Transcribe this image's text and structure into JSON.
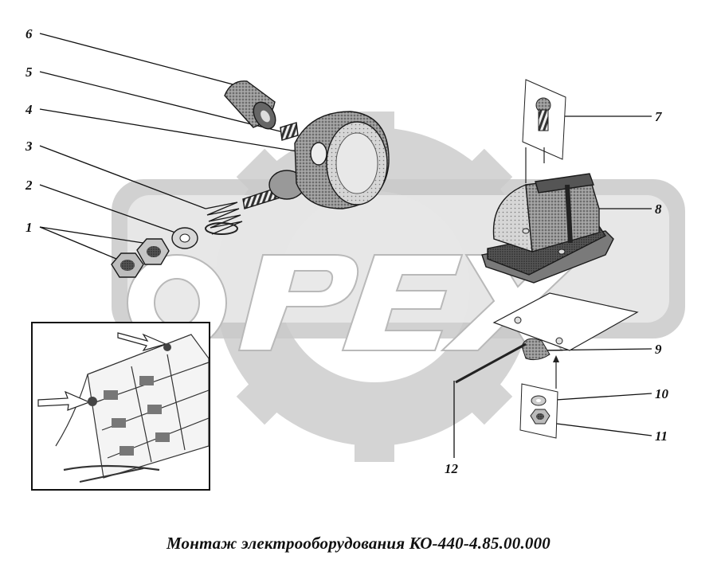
{
  "watermark": {
    "text": "OPEX",
    "color": "#cfcfcf"
  },
  "callouts": {
    "c1": "1",
    "c2": "2",
    "c3": "3",
    "c4": "4",
    "c5": "5",
    "c6": "6",
    "c7": "7",
    "c8": "8",
    "c9": "9",
    "c10": "10",
    "c11": "11",
    "c12": "12"
  },
  "caption": "Монтаж электрооборудования КО-440-4.85.00.000",
  "icons": {
    "watermark": "gear-watermark-icon",
    "lamp": "headlamp-icon",
    "lamp_box": "lamp-housing-icon"
  }
}
